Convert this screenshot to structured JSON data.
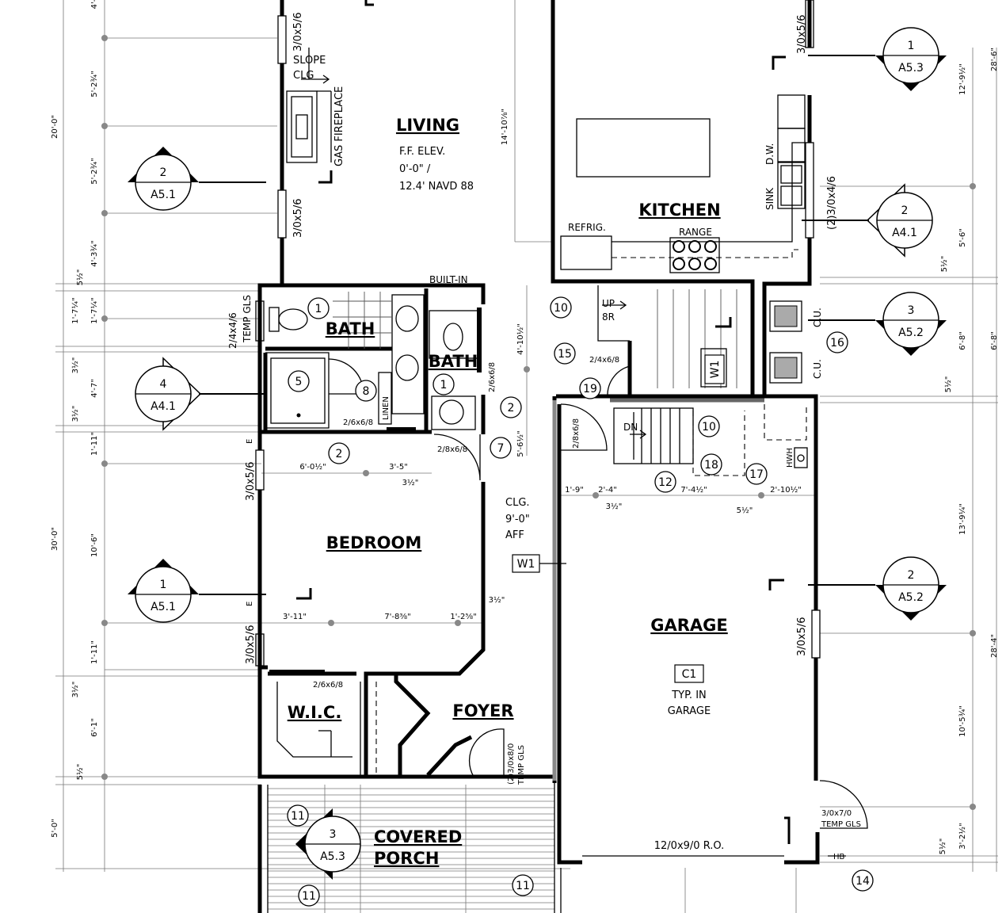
{
  "rooms": {
    "living": "LIVING",
    "kitchen": "KITCHEN",
    "bath1": "BATH",
    "bath2": "BATH",
    "bedroom": "BEDROOM",
    "wic": "W.I.C.",
    "foyer": "FOYER",
    "garage": "GARAGE",
    "porch1": "COVERED",
    "porch2": "PORCH"
  },
  "notes": {
    "ff1": "F.F. ELEV.",
    "ff2": "0'-0\" /",
    "ff3": "12.4' NAVD 88",
    "slope1": "SLOPE",
    "slope2": "CLG",
    "fireplace": "GAS FIREPLACE",
    "refrig": "REFRIG.",
    "range": "RANGE",
    "sink": "SINK",
    "dw": "D.W.",
    "builtin": "BUILT-IN",
    "linen": "LINEN",
    "clg1": "CLG.",
    "clg2": "9'-0\"",
    "clg3": "AFF",
    "cu1": "C.U.",
    "cu2": "C.U.",
    "hwh": "HWH",
    "up": "UP",
    "up2": "8R",
    "dn": "DN",
    "typ1": "TYP. IN",
    "typ2": "GARAGE",
    "ro": "12/0x9/0 R.O.",
    "hb": "HB",
    "tempgls1": "3/0x7/0",
    "tempgls2": "TEMP GLS",
    "e1": "E",
    "e2": "E"
  },
  "doors": {
    "d_living1": "3/0x5/6",
    "d_living2": "3/0x5/6",
    "d_kit1": "3/0x5/6",
    "d_kit2": "(2)3/0x4/6",
    "d_bath": "2/4x4/6",
    "d_bath_t": "TEMP GLS",
    "d_stair": "2/4x6/8",
    "d_268a": "2/6x6/8",
    "d_268b": "2/6x6/8",
    "d_288a": "2/8x6/8",
    "d_288b": "2/8x6/8",
    "d_bed1": "3/0x5/6",
    "d_bed2": "3/0x5/6",
    "d_wic": "2/6x6/8",
    "d_foyer": "(2)3/0x8/0",
    "d_foyer_t": "TEMP GLS",
    "d_gar": "3/0x5/6"
  },
  "dims_left": [
    "4'-",
    "20'-0\"",
    "5'-2¾\"",
    "5'-2¾\"",
    "4'-3¾\"",
    "5½\"",
    "1'-7¼\"",
    "1'-7¼\"",
    "3½\"",
    "4'-7\"",
    "3½\"",
    "1'-11\"",
    "30'-0\"",
    "10'-6\"",
    "1'-11\"",
    "3½\"",
    "6'-1\"",
    "5½\"",
    "5'-0\""
  ],
  "dims_right": [
    "28'-6\"",
    "12'-9½\"",
    "5'-6\"",
    "5½\"",
    "6'-8\"",
    "6'-8\"",
    "5½\"",
    "13'-9¼\"",
    "28'-4\"",
    "10'-5¾\"",
    "5½\"",
    "3'-2½\""
  ],
  "dims_inner": {
    "a": "6'-0½\"",
    "b": "3'-5\"",
    "c": "3½\"",
    "d": "3'-11\"",
    "e": "7'-8⅜\"",
    "f": "1'-2⅝\"",
    "g": "3½\"",
    "h": "1'-9\"",
    "i": "2'-4\"",
    "j": "3½\"",
    "k": "7'-4½\"",
    "l": "5½\"",
    "m": "2'-10½\"",
    "n": "14'-10⅞\"",
    "o": "4'-10½\"",
    "p": "5'-6½\""
  },
  "sections": [
    {
      "num": "2",
      "sheet": "A5.1"
    },
    {
      "num": "4",
      "sheet": "A4.1"
    },
    {
      "num": "1",
      "sheet": "A5.1"
    },
    {
      "num": "1",
      "sheet": "A5.3"
    },
    {
      "num": "2",
      "sheet": "A4.1"
    },
    {
      "num": "3",
      "sheet": "A5.2"
    },
    {
      "num": "2",
      "sheet": "A5.2"
    },
    {
      "num": "3",
      "sheet": "A5.3"
    }
  ],
  "keynotes": [
    "1",
    "1",
    "2",
    "2",
    "5",
    "7",
    "8",
    "10",
    "10",
    "11",
    "11",
    "11",
    "12",
    "14",
    "15",
    "16",
    "17",
    "18",
    "19"
  ],
  "tags": {
    "w1a": "W1",
    "w1b": "W1",
    "c1": "C1"
  }
}
